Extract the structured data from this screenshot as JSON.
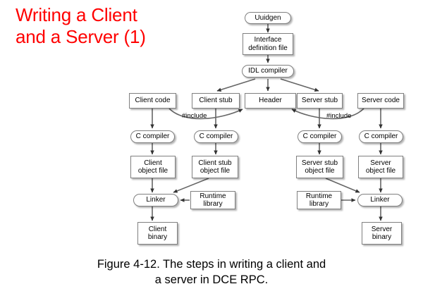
{
  "slide": {
    "title": "Writing a Client\nand a Server (1)",
    "title_color": "#ff0000",
    "caption": "Figure 4-12. The steps in writing a client and\na server in DCE RPC.",
    "background": "#ffffff"
  },
  "diagram": {
    "border_color": "#808080",
    "arrow_color": "#4d4d4d",
    "nodes": {
      "uuidgen": "Uuidgen",
      "interface_definition_file": "Interface\ndefinition file",
      "idl_compiler": "IDL compiler",
      "client_code": "Client code",
      "client_stub": "Client stub",
      "header": "Header",
      "server_stub": "Server stub",
      "server_code": "Server code",
      "c_compiler_1": "C compiler",
      "c_compiler_2": "C compiler",
      "c_compiler_3": "C compiler",
      "c_compiler_4": "C compiler",
      "client_object_file": "Client\nobject file",
      "client_stub_object_file": "Client stub\nobject file",
      "server_stub_object_file": "Server stub\nobject file",
      "server_object_file": "Server\nobject file",
      "linker_client": "Linker",
      "linker_server": "Linker",
      "runtime_library_client": "Runtime\nlibrary",
      "runtime_library_server": "Runtime\nlibrary",
      "client_binary": "Client\nbinary",
      "server_binary": "Server\nbinary"
    },
    "edge_labels": {
      "include_left": "#include",
      "include_right": "#include"
    }
  }
}
